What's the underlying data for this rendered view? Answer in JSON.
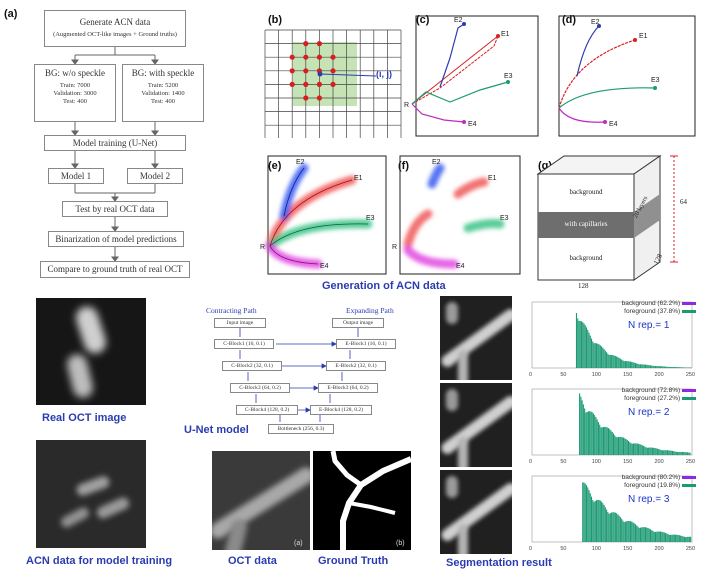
{
  "panel_labels": {
    "a": "(a)",
    "b": "(b)",
    "c": "(c)",
    "d": "(d)",
    "e": "(e)",
    "f": "(f)",
    "g": "(g)"
  },
  "flowchart": {
    "generate_title": "Generate ACN data",
    "generate_sub": "(Augmented OCT-like images + Ground truths)",
    "bg_no_speckle": {
      "title": "BG: w/o speckle",
      "train": "Train: 7000",
      "validation": "Validation: 3000",
      "test": "Test: 400"
    },
    "bg_speckle": {
      "title": "BG: with speckle",
      "train": "Train: 5200",
      "validation": "Validation: 1400",
      "test": "Test: 400"
    },
    "model_training": "Model training (U-Net)",
    "model1": "Model 1",
    "model2": "Model 2",
    "test_real": "Test by real OCT data",
    "binarization": "Binarization of model predictions",
    "compare": "Compare to ground truth of real OCT"
  },
  "grid_label": "(i, j)",
  "vessel_labels": {
    "e1": "E1",
    "e2": "E2",
    "e3": "E3",
    "e4": "E4",
    "r": "R"
  },
  "block3d": {
    "top": "background",
    "mid": "with capillaries",
    "bottom": "background",
    "layers": "20 layers",
    "dim_z": "64",
    "dim_y": "128",
    "dim_x": "128"
  },
  "captions": {
    "generation": "Generation of ACN data",
    "real_oct": "Real OCT image",
    "acn_training": "ACN data for model training",
    "unet_model": "U-Net model",
    "oct_data": "OCT data",
    "ground_truth": "Ground Truth",
    "segmentation": "Segmentation result"
  },
  "unet": {
    "contracting": "Contracting Path",
    "expanding": "Expanding Path",
    "input": "Input image",
    "output": "Output image",
    "c1": "C-Block1 (16, 0.1)",
    "c2": "C-Block2 (32, 0.1)",
    "c3": "C-Block3 (64, 0.2)",
    "c4": "C-Block4 (128, 0.2)",
    "e1": "E-Block1 (16, 0.1)",
    "e2": "E-Block2 (32, 0.1)",
    "e3": "E-Block3 (64, 0.2)",
    "e4": "E-Block4 (128, 0.2)",
    "bottleneck": "Bottleneck (256, 0.3)"
  },
  "oct_tags": {
    "a": "(a)",
    "b": "(b)"
  },
  "colors": {
    "accent_blue": "#2a3cb0",
    "hist_green": "#1c9a73",
    "legend_purple": "#8a2be2",
    "grid_green": "#c6e3b6",
    "dot_red": "#d62020"
  },
  "chart_data": [
    {
      "type": "bar",
      "title": "N rep.= 1",
      "legend": [
        "background (62.2%)",
        "foreground (37.8%)"
      ],
      "xticks": [
        "0",
        "50",
        "100",
        "150",
        "200",
        "250"
      ],
      "xlim": [
        0,
        255
      ],
      "peak_x": 70,
      "decay": 38
    },
    {
      "type": "bar",
      "title": "N rep.= 2",
      "legend": [
        "background (72.8%)",
        "foreground (27.2%)"
      ],
      "xticks": [
        "0",
        "50",
        "100",
        "150",
        "200",
        "250"
      ],
      "xlim": [
        0,
        255
      ],
      "peak_x": 75,
      "decay": 55
    },
    {
      "type": "bar",
      "title": "N rep.= 3",
      "legend": [
        "background (80.2%)",
        "foreground (19.8%)"
      ],
      "xticks": [
        "0",
        "50",
        "100",
        "150",
        "200",
        "250"
      ],
      "xlim": [
        0,
        255
      ],
      "peak_x": 80,
      "decay": 70
    }
  ]
}
